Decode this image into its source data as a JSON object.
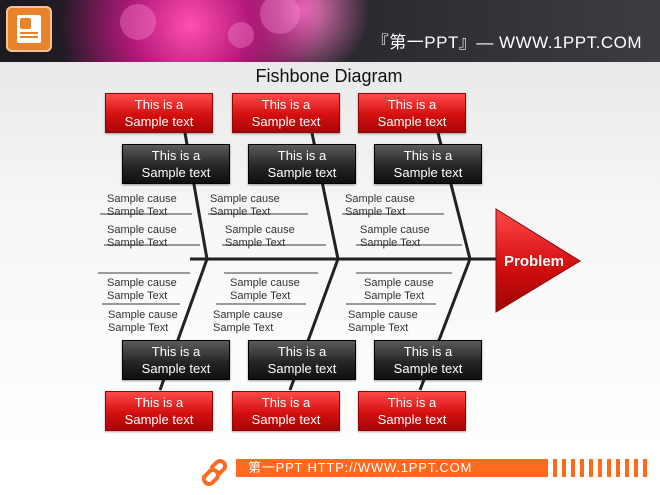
{
  "header": {
    "brand_text": "『第一PPT』— WWW.1PPT.COM",
    "logo_icon": "powerpoint-icon"
  },
  "diagram": {
    "title": "Fishbone Diagram",
    "head_label": "Problem",
    "box_text": "This is a Sample text",
    "top_red_boxes": [
      "This is a Sample text",
      "This is a Sample text",
      "This is a Sample text"
    ],
    "top_dark_boxes": [
      "This is a Sample text",
      "This is a Sample text",
      "This is a Sample text"
    ],
    "bottom_dark_boxes": [
      "This is a Sample text",
      "This is a Sample text",
      "This is a Sample text"
    ],
    "bottom_red_boxes": [
      "This is a Sample text",
      "This is a Sample text",
      "This is a Sample text"
    ],
    "cause_line1": "Sample cause",
    "cause_line2": "Sample Text",
    "upper_causes": [
      [
        "Sample cause",
        "Sample Text"
      ],
      [
        "Sample cause",
        "Sample Text"
      ],
      [
        "Sample cause",
        "Sample Text"
      ],
      [
        "Sample cause",
        "Sample Text"
      ],
      [
        "Sample cause",
        "Sample Text"
      ],
      [
        "Sample cause",
        "Sample Text"
      ]
    ],
    "lower_causes": [
      [
        "Sample cause",
        "Sample Text"
      ],
      [
        "Sample cause",
        "Sample Text"
      ],
      [
        "Sample cause",
        "Sample Text"
      ],
      [
        "Sample cause",
        "Sample Text"
      ],
      [
        "Sample cause",
        "Sample Text"
      ],
      [
        "Sample cause",
        "Sample Text"
      ]
    ]
  },
  "footer": {
    "text": "第一PPT HTTP://WWW.1PPT.COM",
    "link_icon": "chain-link-icon"
  },
  "colors": {
    "red": "#d40f0f",
    "dark": "#262626",
    "orange": "#ff6a1e"
  }
}
